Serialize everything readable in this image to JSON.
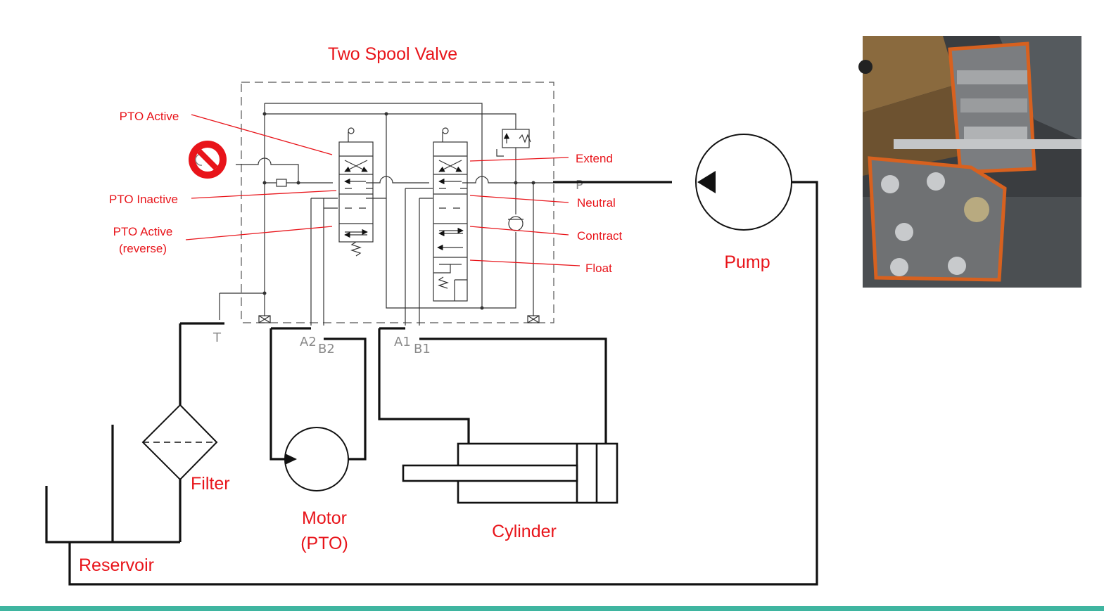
{
  "title": "Two Spool Valve",
  "callouts": {
    "pto_active": "PTO Active",
    "pto_inactive": "PTO Inactive",
    "pto_active_reverse_1": "PTO Active",
    "pto_active_reverse_2": "(reverse)",
    "extend": "Extend",
    "neutral": "Neutral",
    "contract": "Contract",
    "float": "Float"
  },
  "ports": {
    "t": "T",
    "p": "P",
    "a2": "A2",
    "b2": "B2",
    "a1": "A1",
    "b1": "B1"
  },
  "components": {
    "pump": "Pump",
    "filter": "Filter",
    "reservoir": "Reservoir",
    "motor_1": "Motor",
    "motor_2": "(PTO)",
    "cylinder": "Cylinder"
  },
  "colors": {
    "label": "#e8141a",
    "line": "#111111",
    "accent_bar": "#3fb5a0"
  },
  "icons": {
    "prohibited": "no-symbol-icon",
    "photo": "gearbox-photo"
  }
}
